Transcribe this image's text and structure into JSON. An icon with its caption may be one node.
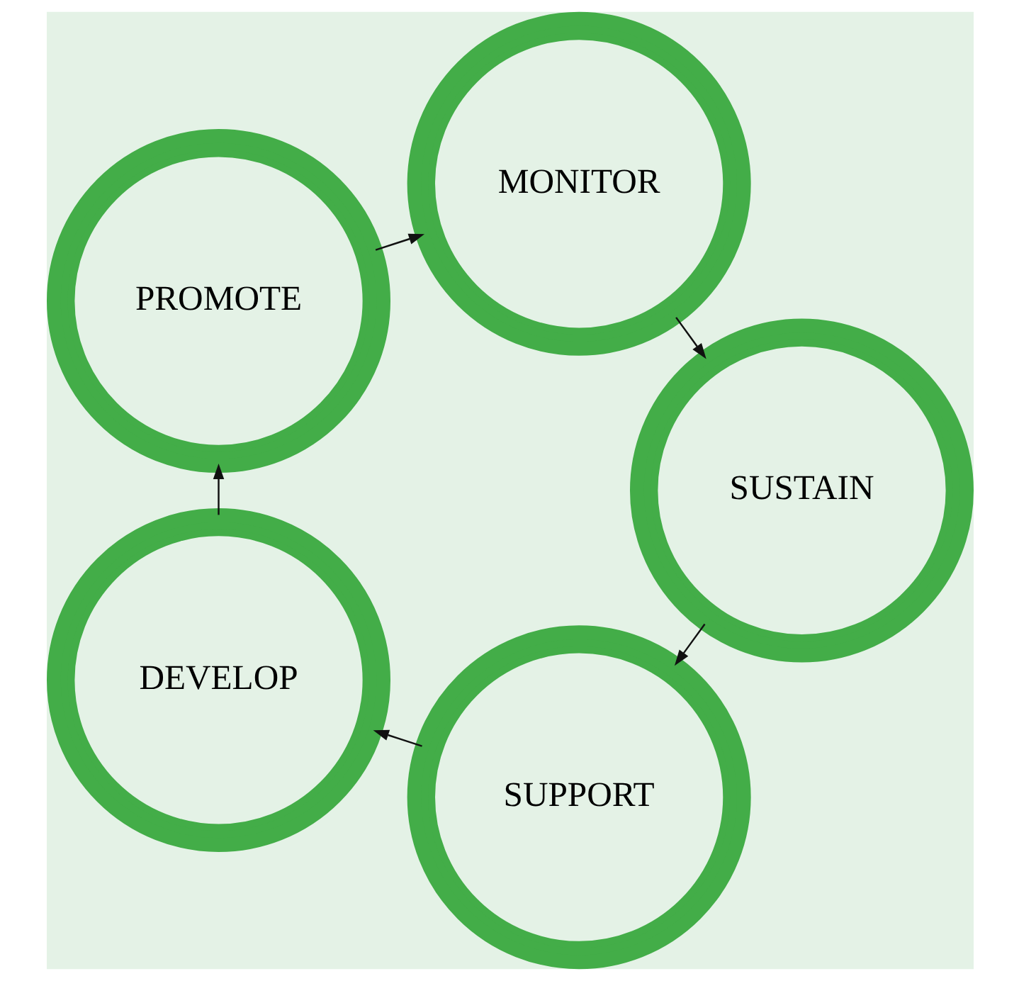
{
  "diagram": {
    "nodes": [
      {
        "text": [
          "SUPPORT"
        ]
      },
      {
        "text": [
          "DEVELOP"
        ]
      },
      {
        "text": [
          "PROMOTE"
        ]
      },
      {
        "text": [
          "MONITOR"
        ]
      },
      {
        "text": [
          "SUSTAIN"
        ]
      }
    ],
    "edges": [
      {
        "from": 0,
        "to": 1,
        "arrow": "to"
      },
      {
        "from": 1,
        "to": 2,
        "arrow": "to"
      },
      {
        "from": 2,
        "to": 3,
        "arrow": "to"
      },
      {
        "from": 3,
        "to": 4,
        "arrow": "to"
      },
      {
        "from": 4,
        "to": 0,
        "arrow": "to"
      }
    ]
  }
}
